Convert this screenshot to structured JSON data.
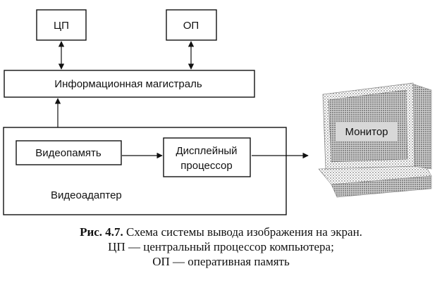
{
  "diagram": {
    "cpu": "ЦП",
    "ram": "ОП",
    "bus": "Информационная магистраль",
    "vram": "Видеопамять",
    "display_processor_line1": "Дисплейный",
    "display_processor_line2": "процессор",
    "video_adapter": "Видеоадаптер",
    "monitor": "Монитор"
  },
  "caption": {
    "figure_label": "Рис. 4.7.",
    "line1_rest": "Схема системы вывода изображения на экран.",
    "line2": "ЦП — центральный процессор компьютера;",
    "line3": "ОП — оперативная память"
  }
}
